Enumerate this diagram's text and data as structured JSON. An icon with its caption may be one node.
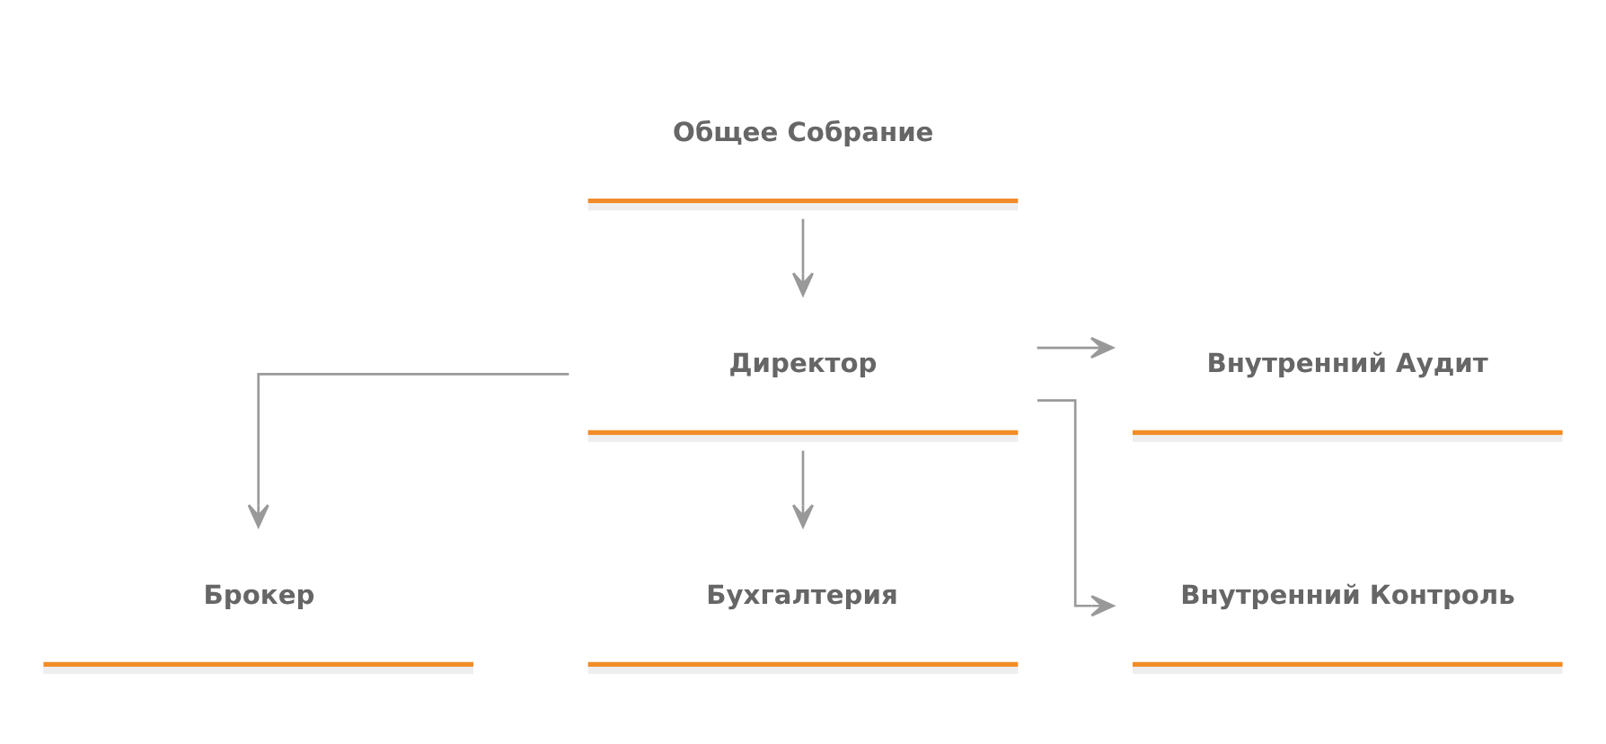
{
  "diagram": {
    "nodes": [
      {
        "text": [
          "Общее Собрание"
        ]
      },
      {
        "text": [
          "Директор"
        ]
      },
      {
        "text": [
          "Внутренний Аудит"
        ]
      },
      {
        "text": [
          "Брокер"
        ]
      },
      {
        "text": [
          "Бухгалтерия"
        ]
      },
      {
        "text": [
          "Внутренний Контроль"
        ]
      }
    ],
    "edges": [
      {
        "from": 0,
        "to": 1,
        "arrow": "to"
      },
      {
        "from": 1,
        "to": 2,
        "arrow": "to"
      },
      {
        "from": 1,
        "to": 3,
        "arrow": "to"
      },
      {
        "from": 1,
        "to": 4,
        "arrow": "to"
      },
      {
        "from": 1,
        "to": 5,
        "arrow": "to"
      }
    ]
  }
}
